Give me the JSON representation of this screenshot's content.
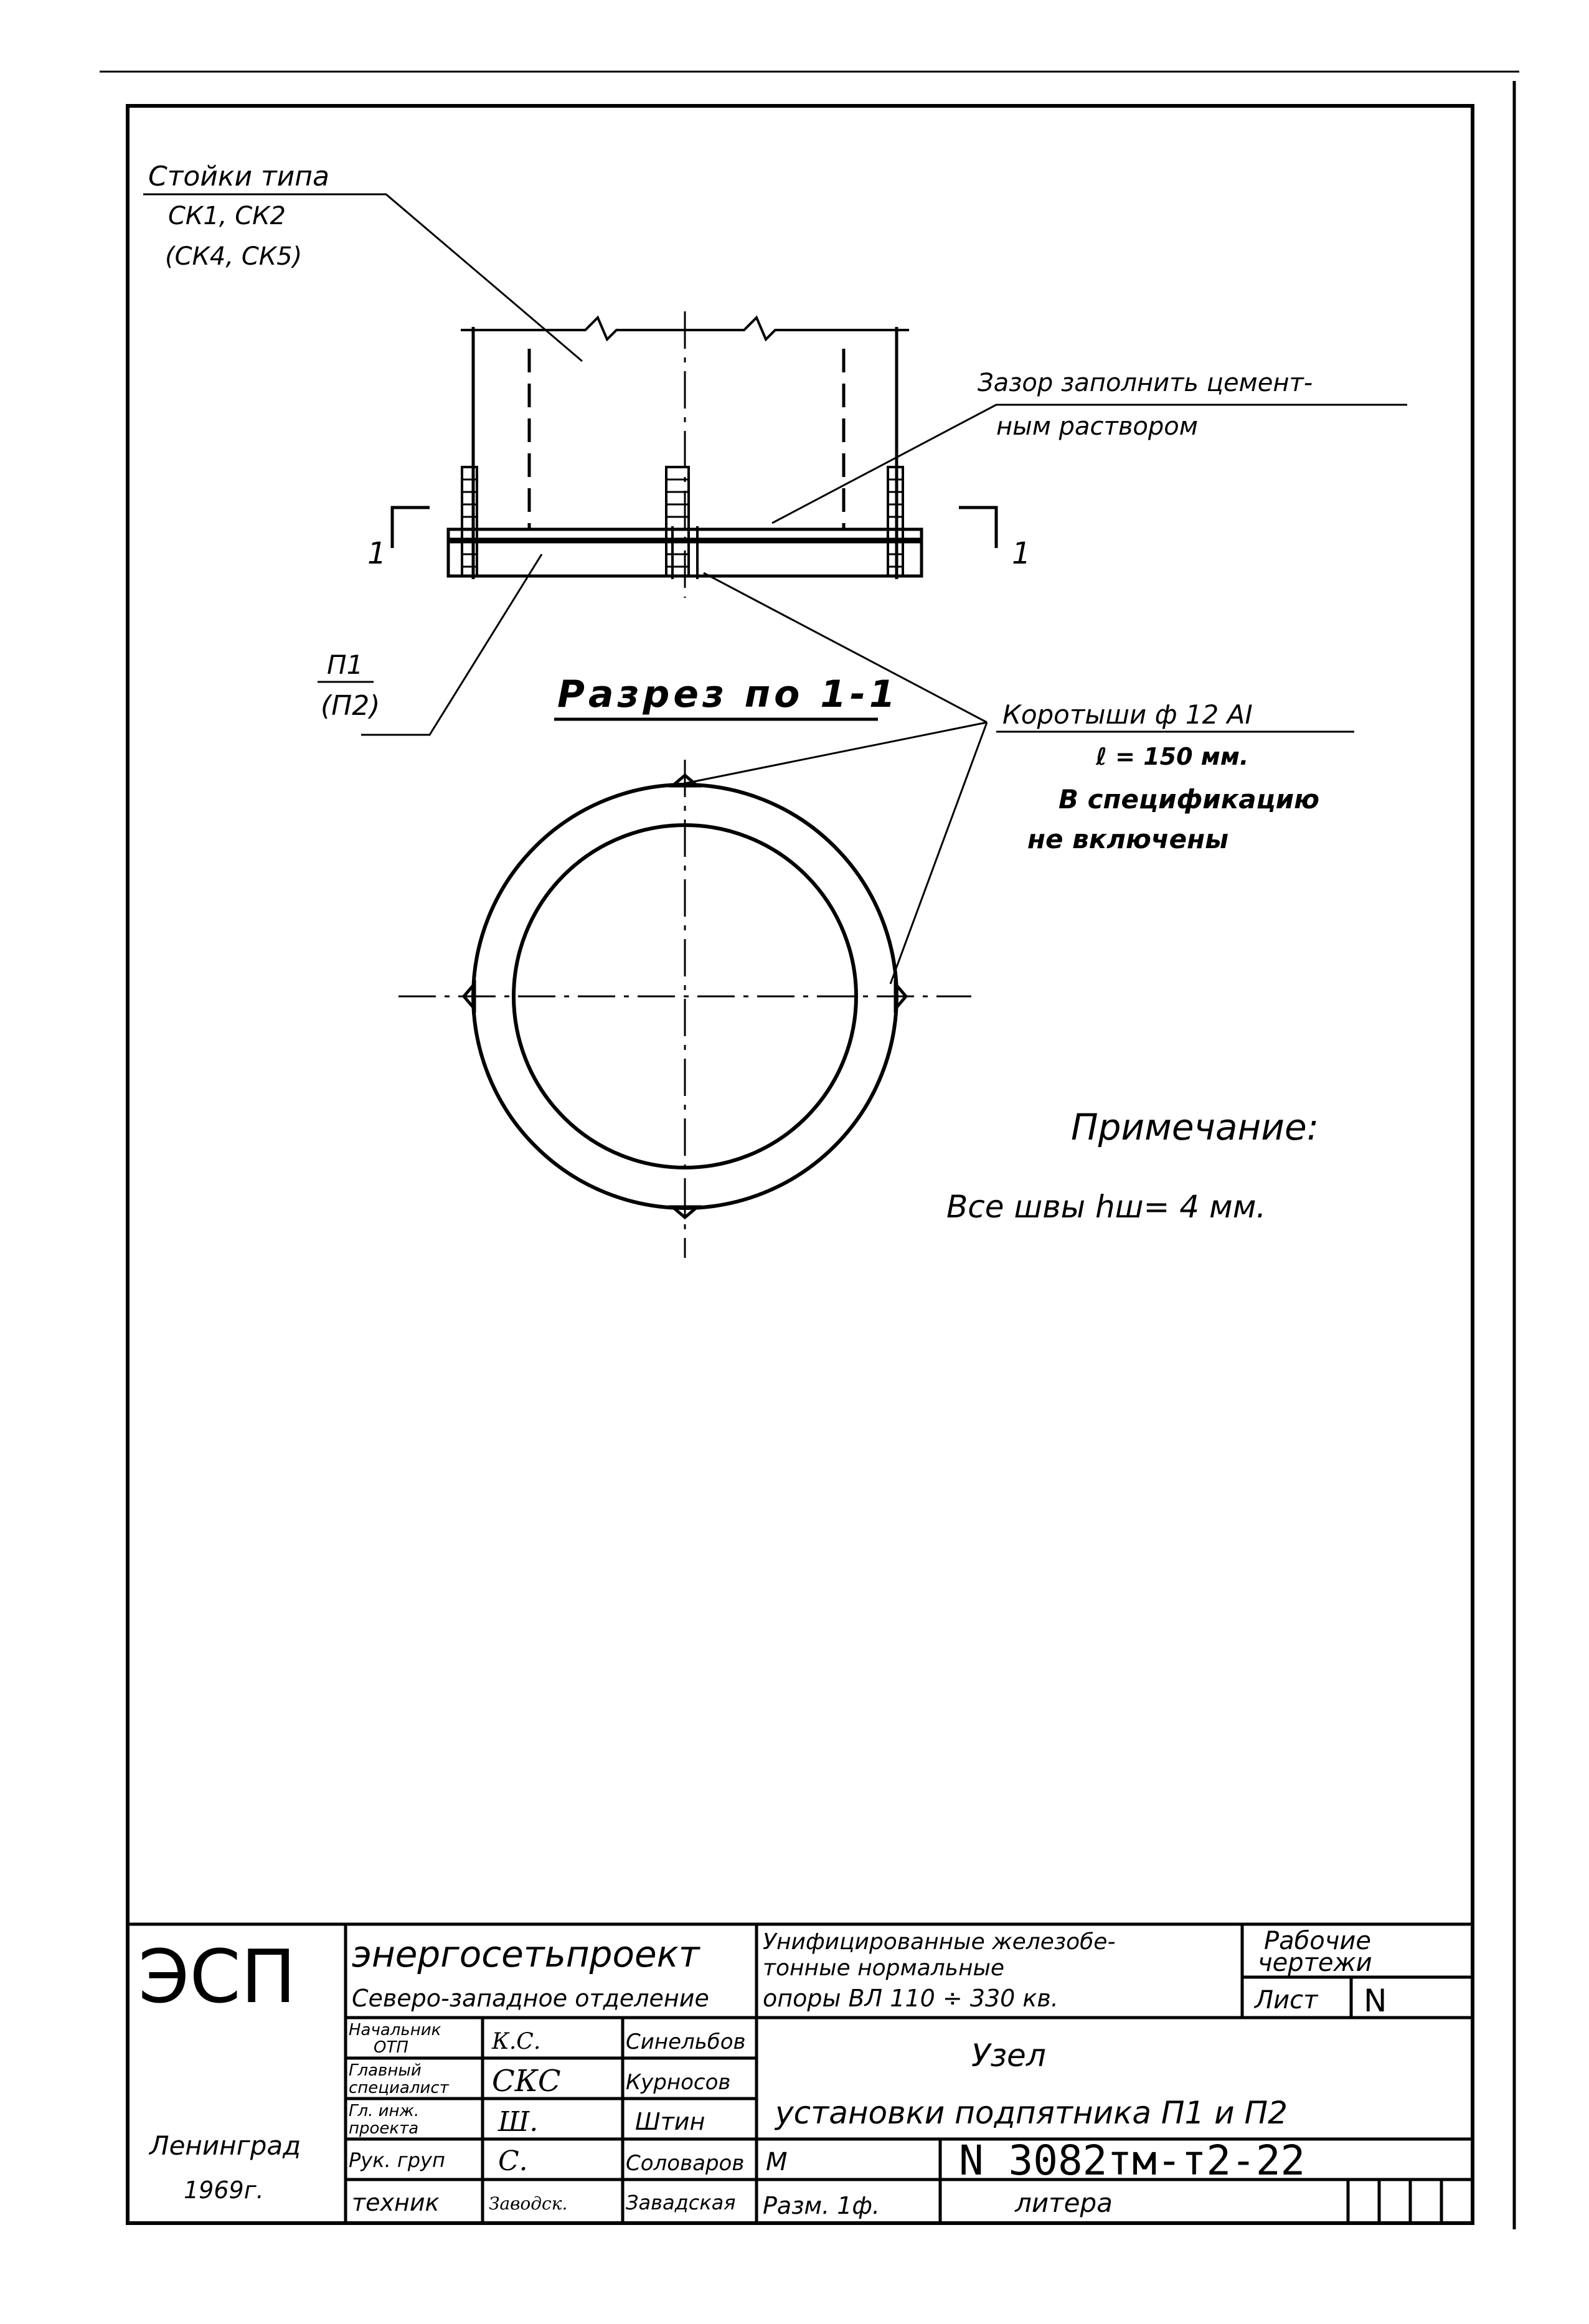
{
  "drawing": {
    "label_racks": [
      "Стойки типа",
      "СК1, СК2",
      "(СК4, СК5)"
    ],
    "label_gap": [
      "Зазор заполнить цемент-",
      "ным раствором"
    ],
    "label_p1": "П1",
    "label_p2": "(П2)",
    "section_mark_left": "1",
    "section_mark_right": "1",
    "section_title": "Разрез по 1-1",
    "label_stubs": [
      "Коротыши ф 12 AI",
      "ℓ = 150 мм.",
      "В спецификацию",
      "не включены"
    ],
    "note_title": "Примечание:",
    "note_text": "Все швы hш= 4 мм."
  },
  "title_block": {
    "logo": "ЭСП",
    "org_name": "энергосетьпроект",
    "org_branch": "Северо-западное отделение",
    "project_title": [
      "Унифицированные железобе-",
      "тонные нормальные",
      "опоры ВЛ 110 ÷ 330 кв."
    ],
    "stage": [
      "Рабочие",
      "чертежи"
    ],
    "sheet_label": "Лист",
    "sheet_value": "N",
    "sheet_title": [
      "Узел",
      "установки подпятника П1 и П2"
    ],
    "drawing_number": "N 3082тм-т2-22",
    "scale_label": "М",
    "size_label": "Разм. 1ф.",
    "litera_label": "литера",
    "city": "Ленинград",
    "year": "1969г.",
    "staff": [
      {
        "role": [
          "Начальник",
          "ОТП"
        ],
        "signature": "К.С.",
        "name": "Синельбов"
      },
      {
        "role": [
          "Главный",
          "специалист"
        ],
        "signature": "СКС",
        "name": "Курносов"
      },
      {
        "role": [
          "Гл. инж.",
          "проекта"
        ],
        "signature": "Ш.",
        "name": "Штин"
      },
      {
        "role": [
          "Рук. груп"
        ],
        "signature": "С.",
        "name": "Соловаров"
      },
      {
        "role": [
          "техник"
        ],
        "signature": "Заводск.",
        "name": "Завадская"
      }
    ]
  }
}
